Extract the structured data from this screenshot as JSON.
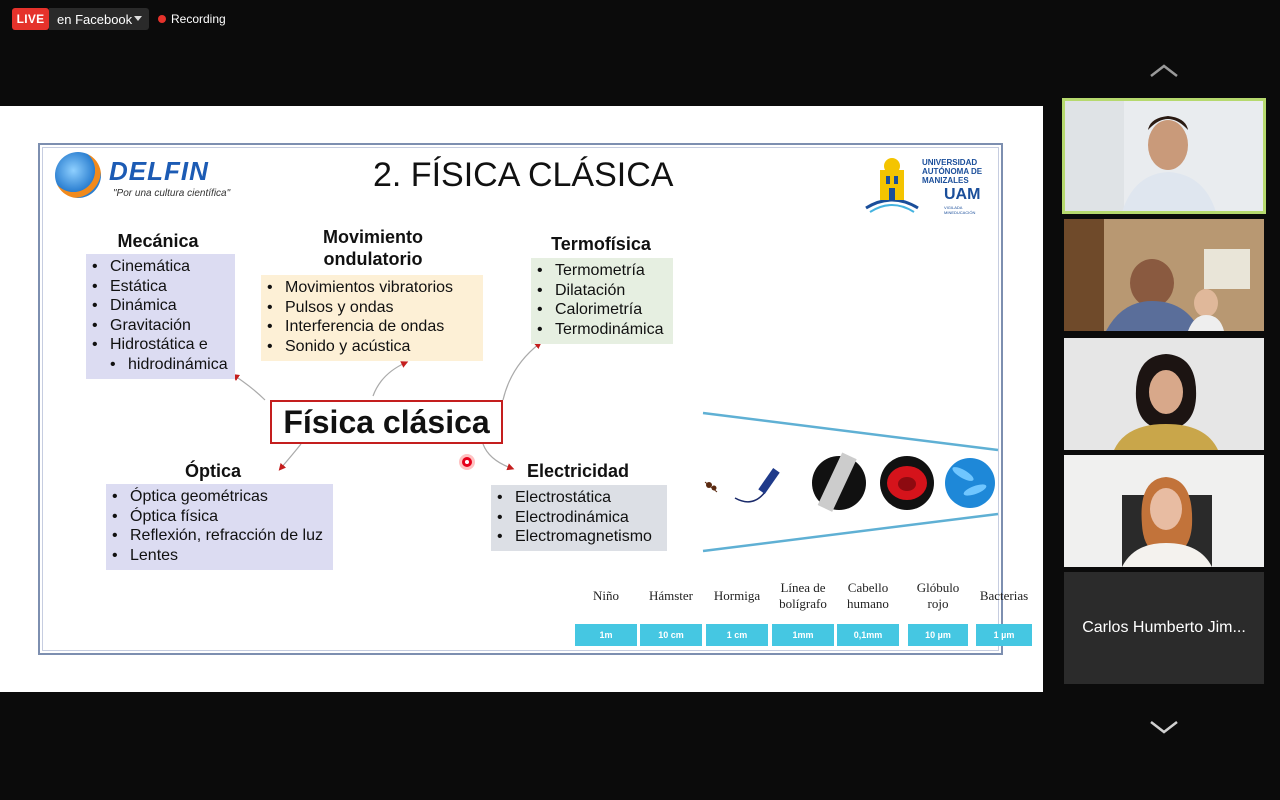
{
  "top_bar": {
    "live_label": "LIVE",
    "stream_target": "en Facebook",
    "recording_label": "Recording"
  },
  "slide": {
    "title": "2. FÍSICA CLÁSICA",
    "logo_left": {
      "name": "DELFIN",
      "slogan": "\"Por una cultura científica\""
    },
    "logo_right": {
      "lines": [
        "UNIVERSIDAD",
        "AUTÓNOMA DE",
        "MANIZALES"
      ],
      "abbr": "UAM",
      "sub": "VIGILADA MINEDUCACIÓN"
    },
    "center": "Física clásica",
    "sections": {
      "mecanica": {
        "heading": "Mecánica",
        "items": [
          "Cinemática",
          "Estática",
          "Dinámica",
          "Gravitación",
          "Hidrostática e",
          "hidrodinámica"
        ]
      },
      "ondulatorio": {
        "heading_l1": "Movimiento",
        "heading_l2": "ondulatorio",
        "items": [
          "Movimientos vibratorios",
          "Pulsos y ondas",
          "Interferencia de ondas",
          "Sonido y acústica"
        ]
      },
      "termofisica": {
        "heading": "Termofísica",
        "items": [
          "Termometría",
          "Dilatación",
          "Calorimetría",
          "Termodinámica"
        ]
      },
      "optica": {
        "heading": "Óptica",
        "items": [
          "Óptica geométricas",
          "Óptica física",
          "Reflexión, refracción de luz",
          "Lentes"
        ]
      },
      "electricidad": {
        "heading": "Electricidad",
        "items": [
          "Electrostática",
          "Electrodinámica",
          "Electromagnetismo"
        ]
      }
    },
    "scale": {
      "labels": [
        "Niño",
        "Hámster",
        "Hormiga",
        "Línea de bolígrafo",
        "Cabello humano",
        "Glóbulo rojo",
        "Bacterias"
      ],
      "label_lines": [
        [
          "Niño"
        ],
        [
          "Hámster"
        ],
        [
          "Hormiga"
        ],
        [
          "Línea de",
          "bolígrafo"
        ],
        [
          "Cabello",
          "humano"
        ],
        [
          "Glóbulo",
          "rojo"
        ],
        [
          "Bacterias"
        ]
      ],
      "values": [
        "1m",
        "10 cm",
        "1 cm",
        "1mm",
        "0,1mm",
        "10 µm",
        "1 µm"
      ],
      "bar_color": "#45c7e2"
    }
  },
  "participants": {
    "name_tile": "Carlos Humberto Jim..."
  },
  "colors": {
    "live_red": "#e5322b",
    "active_speaker": "#b6d96e",
    "center_border": "#c41e1e"
  }
}
